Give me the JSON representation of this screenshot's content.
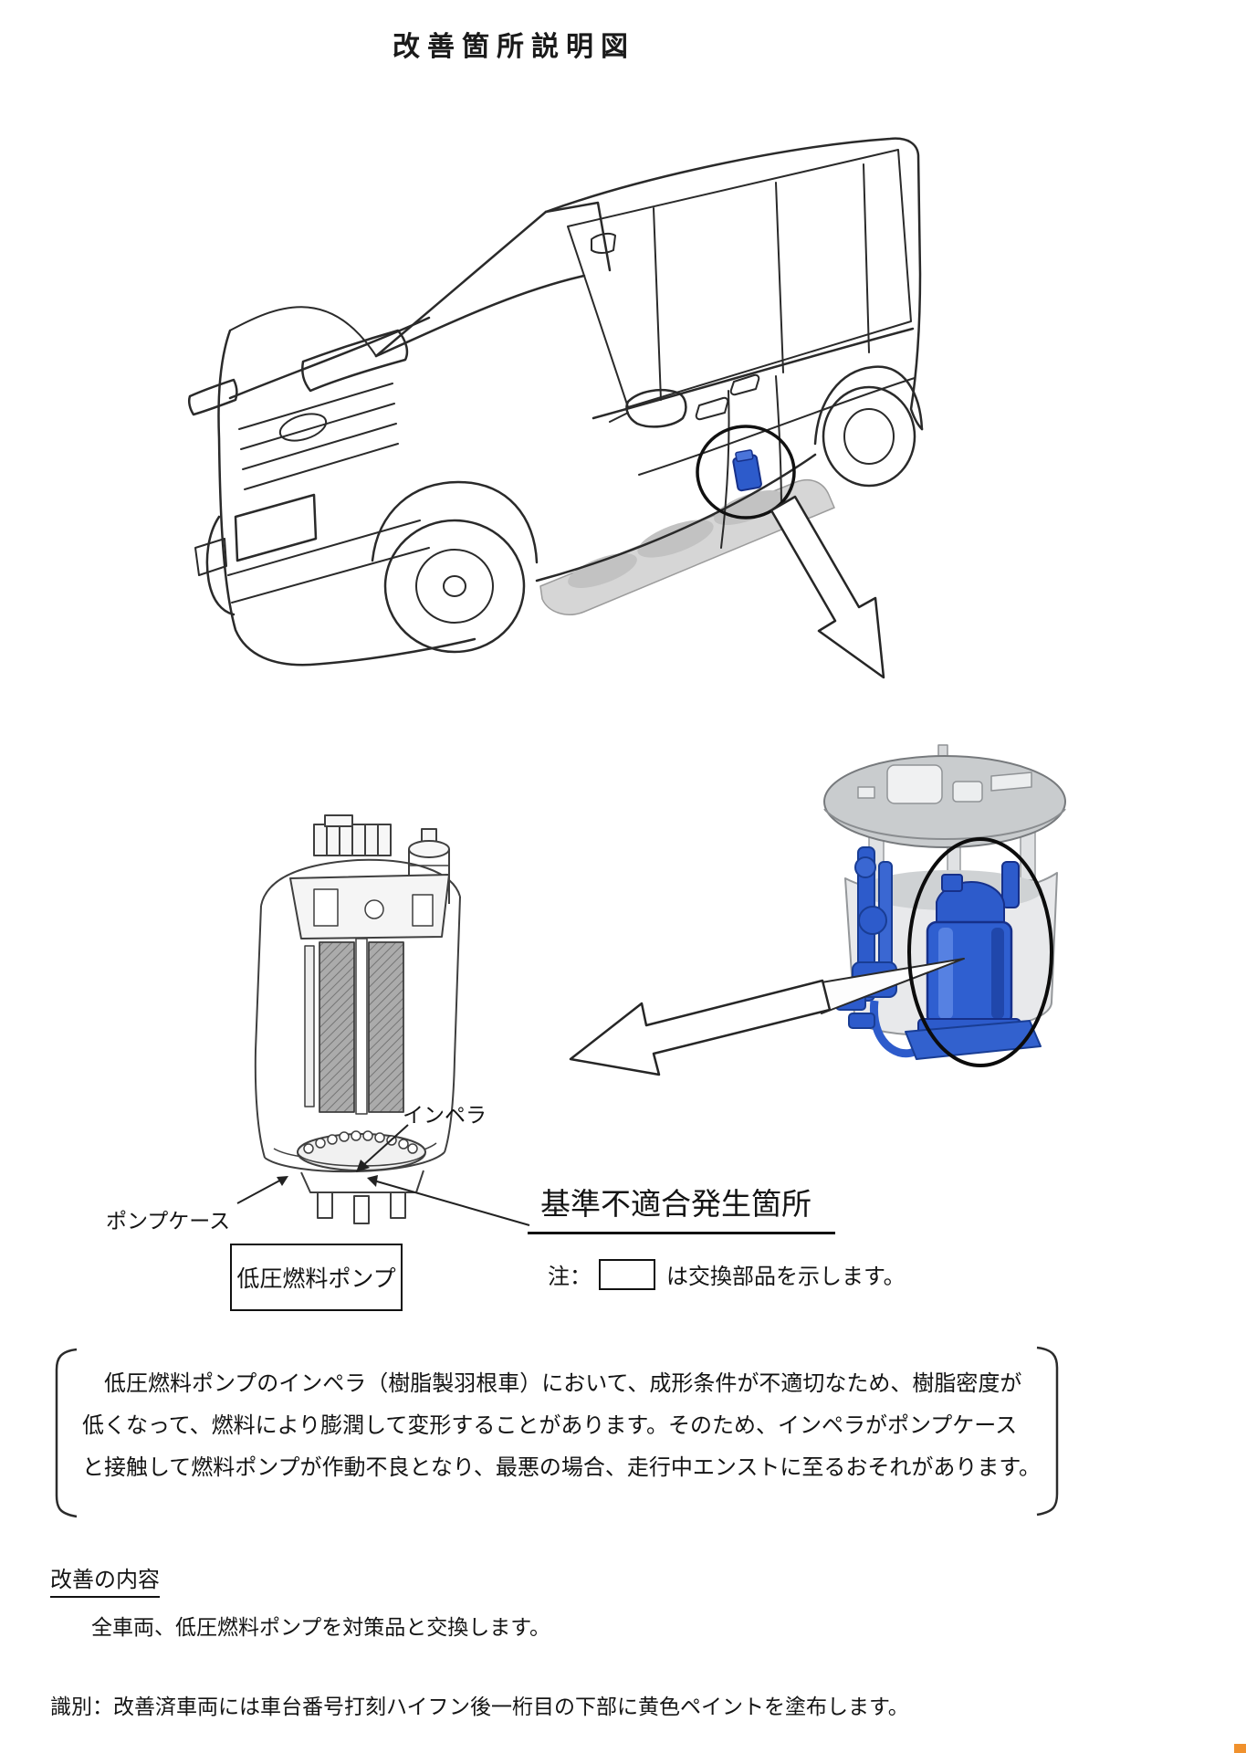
{
  "page": {
    "title": "改善箇所説明図"
  },
  "figure": {
    "illustrations": {
      "vehicle": "vehicle-line-art",
      "fuel_pump_module": "fuel-pump-module-render",
      "pump_cross_section": "fuel-pump-cutaway"
    },
    "labels": {
      "impeller": "インペラ",
      "pump_case": "ポンプケース",
      "defect_location": "基準不適合発生箇所",
      "replacement_part": "低圧燃料ポンプ"
    },
    "note": {
      "prefix": "注：",
      "suffix": "は交換部品を示します。"
    }
  },
  "description": {
    "lines": [
      "低圧燃料ポンプのインペラ（樹脂製羽根車）において、成形条件が不適切なため、樹脂密度が",
      "低くなって、燃料により膨潤して変形することがあります。そのため、インペラがポンプケース",
      "と接触して燃料ポンプが作動不良となり、最悪の場合、走行中エンストに至るおそれがあります。"
    ]
  },
  "remedy": {
    "heading": "改善の内容",
    "body": "全車両、低圧燃料ポンプを対策品と交換します。"
  },
  "identification": {
    "text": "識別：改善済車両には車台番号打刻ハイフン後一桁目の下部に黄色ペイントを塗布します。"
  },
  "colors": {
    "highlight_blue": "#2d5bcb",
    "module_gray": "#c9ccce",
    "corner_mark": "#f0912d",
    "line": "#262626"
  }
}
